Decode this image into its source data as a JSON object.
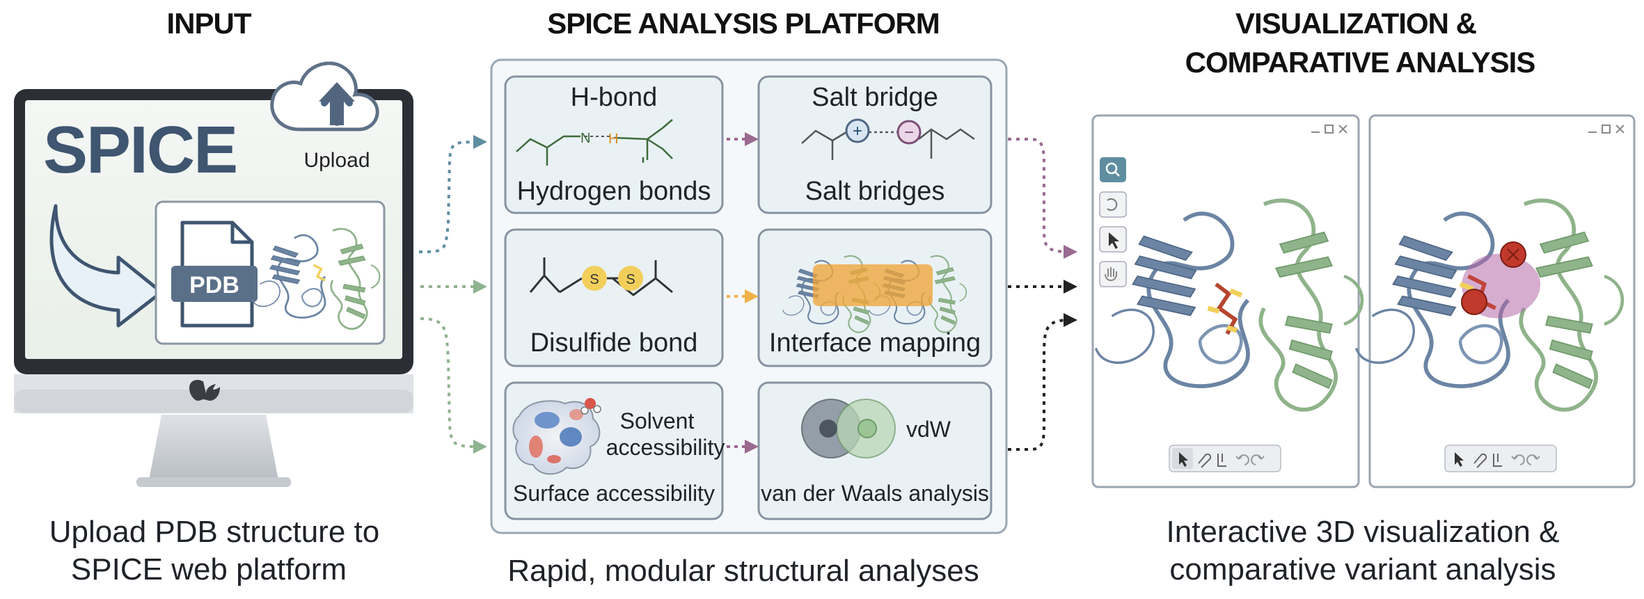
{
  "input": {
    "heading": "INPUT",
    "screen_logo": "SPICE",
    "upload_label": "Upload",
    "file_label": "PDB",
    "caption_line1": "Upload PDB structure to",
    "caption_line2": "SPICE web platform"
  },
  "platform": {
    "heading": "SPICE ANALYSIS PLATFORM",
    "caption": "Rapid, modular structural analyses",
    "modules": {
      "hbond": {
        "top": "H-bond",
        "bottom": "Hydrogen bonds",
        "atom_n": "N",
        "atom_h": "H"
      },
      "saltbridge": {
        "top": "Salt bridge",
        "bottom": "Salt bridges",
        "plus": "+",
        "minus": "−"
      },
      "disulfide": {
        "bottom": "Disulfide bond",
        "s1": "S",
        "s2": "S"
      },
      "interface": {
        "bottom": "Interface mapping"
      },
      "solvent": {
        "side_line1": "Solvent",
        "side_line2": "accessibility",
        "bottom": "Surface accessibility"
      },
      "vdw": {
        "side": "vdW",
        "bottom": "van der Waals analysis"
      }
    }
  },
  "visualization": {
    "heading_line1": "VISUALIZATION &",
    "heading_line2": "COMPARATIVE ANALYSIS",
    "caption_line1": "Interactive 3D visualization &",
    "caption_line2": "comparative variant analysis"
  },
  "colors": {
    "blue_protein": "#6b84a3",
    "green_protein": "#8fb38a",
    "sulfur": "#f2cf5b",
    "interface_orange": "#f0a53a",
    "arrow_purple": "#9a6a90",
    "arrow_teal": "#5f8ea1",
    "arrow_green": "#8fb28f",
    "panel_bg": "#eef3f6"
  }
}
